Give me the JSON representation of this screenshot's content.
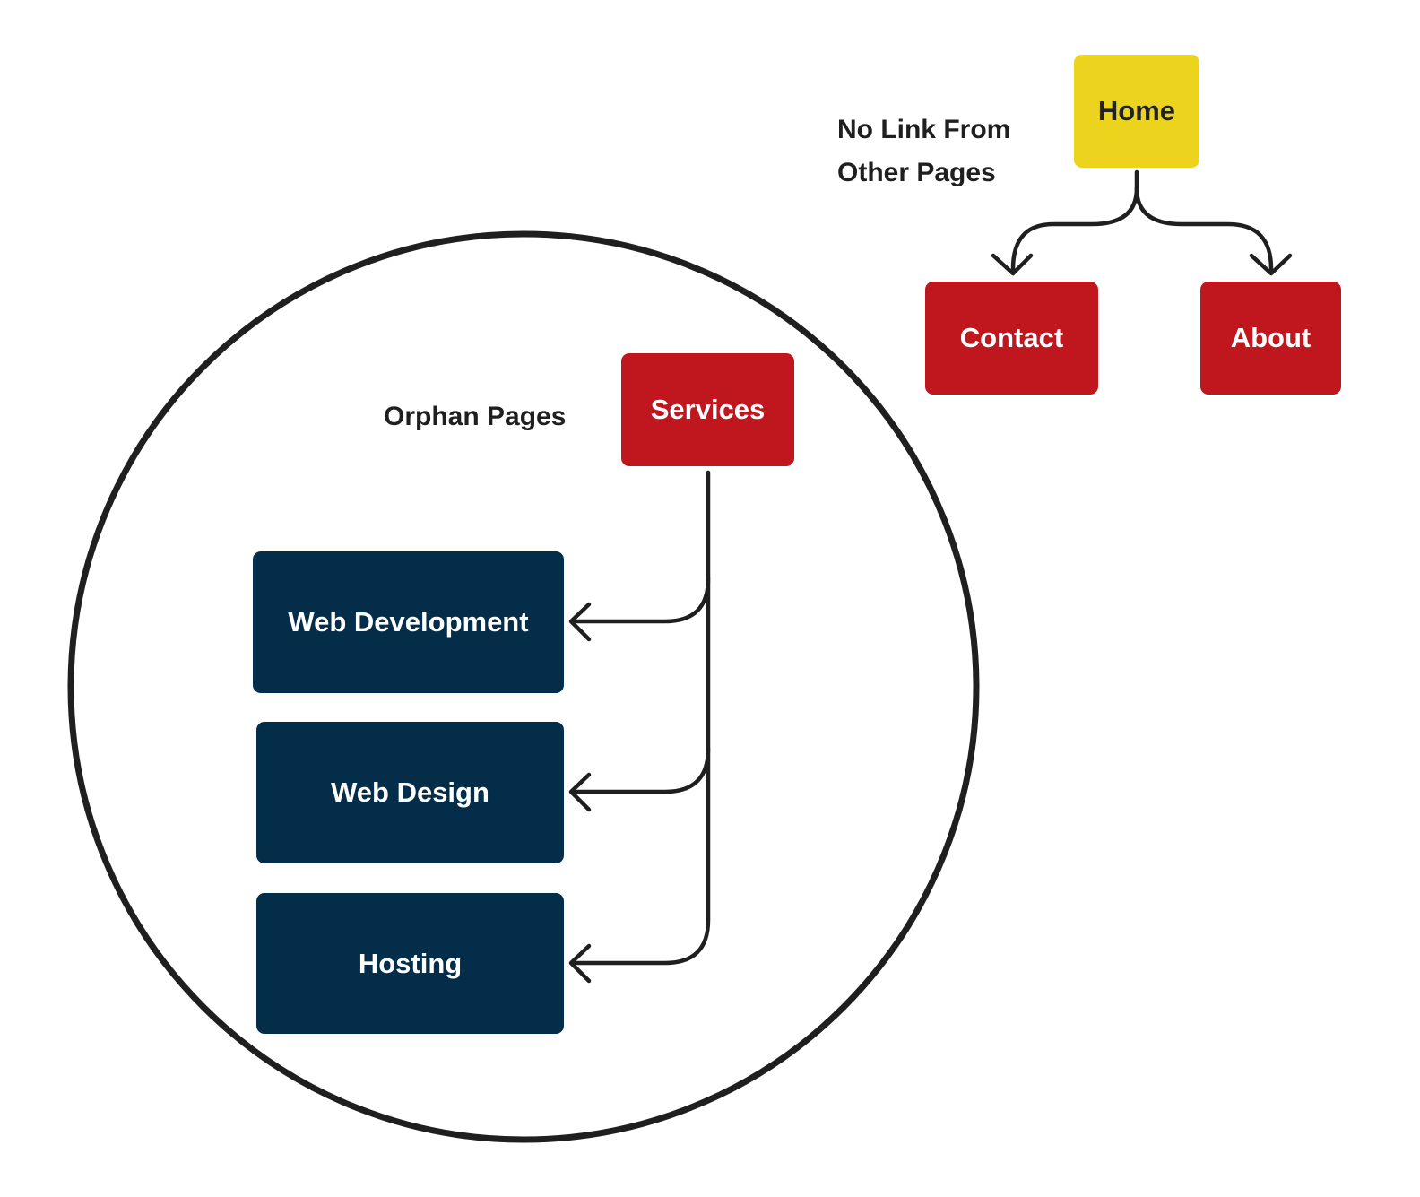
{
  "labels": {
    "no_link_line1": "No Link From",
    "no_link_line2": "Other Pages",
    "orphan": "Orphan Pages"
  },
  "nodes": {
    "home": "Home",
    "contact": "Contact",
    "about": "About",
    "services": "Services",
    "web_development": "Web Development",
    "web_design": "Web Design",
    "hosting": "Hosting"
  },
  "colors": {
    "page_node": "#c0161e",
    "home_node": "#ecd31d",
    "child_node": "#032d48",
    "stroke": "#1f1f1f"
  }
}
